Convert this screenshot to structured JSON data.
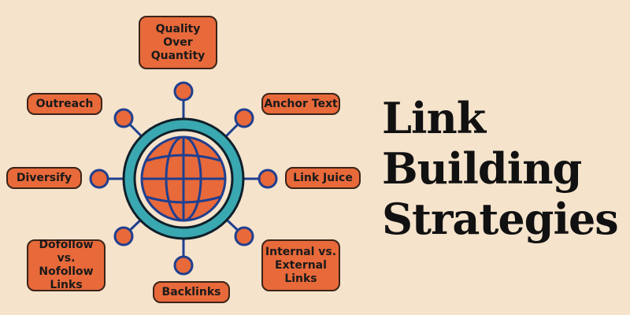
{
  "title": {
    "line1": "Link",
    "line2": "Building",
    "line3": "Strategies"
  },
  "strategies": [
    {
      "id": "quality",
      "label": "Quality Over\nQuantity"
    },
    {
      "id": "anchor",
      "label": "Anchor Text"
    },
    {
      "id": "juice",
      "label": "Link Juice"
    },
    {
      "id": "internal",
      "label": "Internal vs.\nExternal\nLinks"
    },
    {
      "id": "backlinks",
      "label": "Backlinks"
    },
    {
      "id": "dofollow",
      "label": "Dofollow vs.\nNofollow\nLinks"
    },
    {
      "id": "diversify",
      "label": "Diversify"
    },
    {
      "id": "outreach",
      "label": "Outreach"
    }
  ],
  "colors": {
    "background": "#f5e3cc",
    "orange": "#e8693a",
    "teal": "#3aa8b0",
    "navy": "#1f3f8f",
    "dark": "#1a1a1a"
  }
}
